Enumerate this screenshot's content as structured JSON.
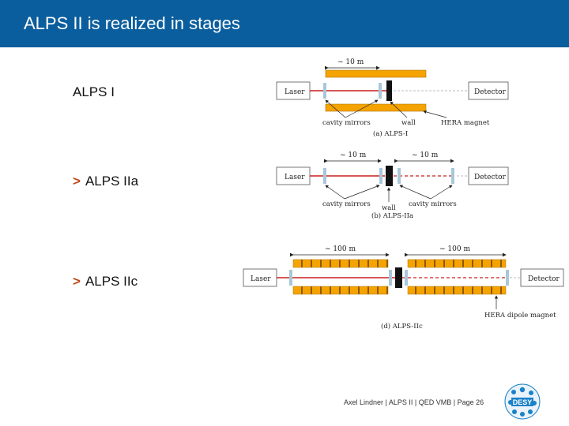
{
  "slide": {
    "title": "ALPS II is realized in stages",
    "stages": [
      {
        "label": "ALPS I",
        "bullet": ""
      },
      {
        "label": "ALPS IIa",
        "bullet": ">"
      },
      {
        "label": "ALPS IIc",
        "bullet": ">"
      }
    ]
  },
  "diagram_a": {
    "laser": "Laser",
    "detector": "Detector",
    "length": "~ 10 m",
    "cavity_mirrors": "cavity mirrors",
    "wall": "wall",
    "magnet": "HERA magnet",
    "caption": "(a) ALPS-I"
  },
  "diagram_b": {
    "laser": "Laser",
    "detector": "Detector",
    "length_left": "~ 10 m",
    "length_right": "~ 10 m",
    "cavity_mirrors_left": "cavity mirrors",
    "cavity_mirrors_right": "cavity mirrors",
    "wall": "wall",
    "caption": "(b) ALPS-IIa"
  },
  "diagram_c": {
    "laser": "Laser",
    "detector": "Detector",
    "length_left": "~ 100 m",
    "length_right": "~ 100 m",
    "magnet": "HERA dipole magnet",
    "caption": "(d) ALPS-IIc"
  },
  "footer": {
    "text": "Axel Lindner  |  ALPS II  |  QED VMB  |  Page 26",
    "logo_text": "DESY"
  },
  "colors": {
    "header": "#0b5e9e",
    "magnet": "#f5a300",
    "beam": "#cc1f1f",
    "mirror": "#a9c7da",
    "bullet": "#c04a1c"
  }
}
